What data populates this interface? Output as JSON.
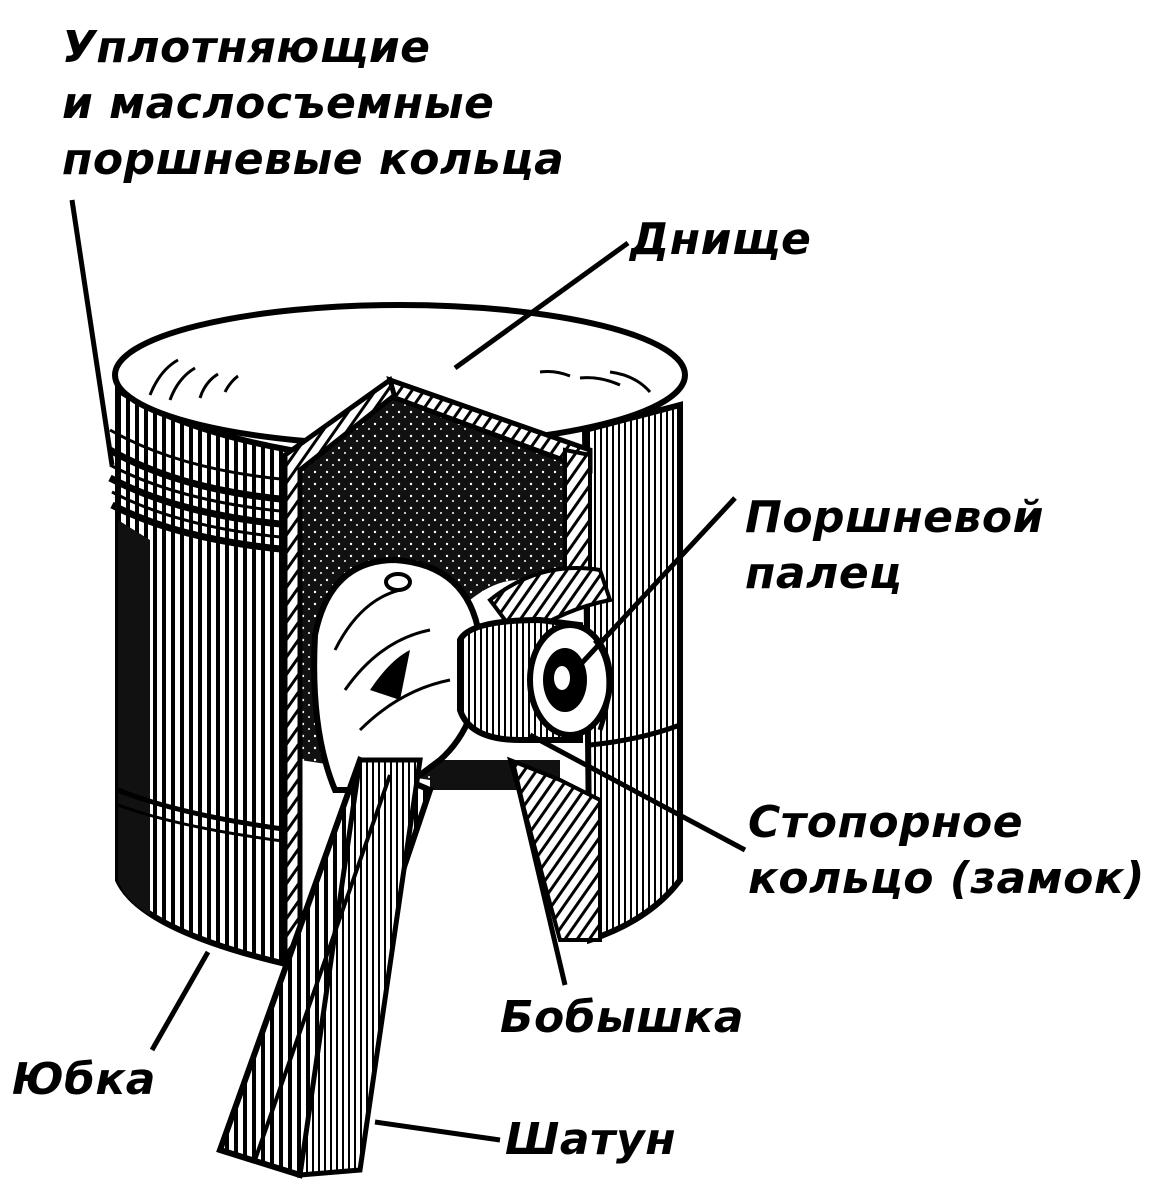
{
  "labels": {
    "rings": [
      "Уплотняющие",
      "и маслосъемные",
      "поршневые кольца"
    ],
    "crown": "Днище",
    "pin": [
      "Поршневой",
      "палец"
    ],
    "circlip": [
      "Стопорное",
      "кольцо (замок)"
    ],
    "boss": "Бобышка",
    "skirt": "Юбка",
    "rod": "Шатун"
  },
  "colors": {
    "ink": "#000000",
    "paper": "#ffffff"
  }
}
